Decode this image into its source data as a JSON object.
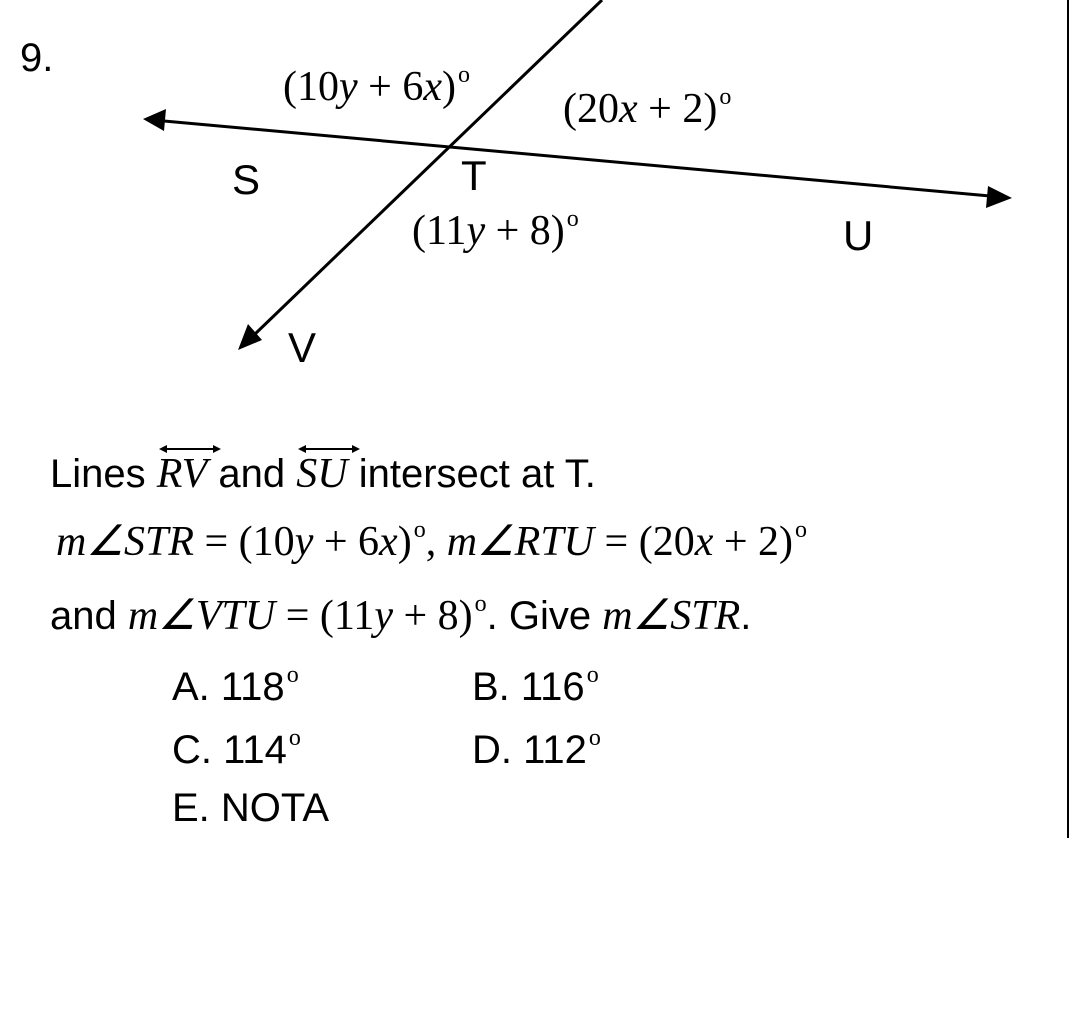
{
  "question": {
    "number": "9.",
    "diagram": {
      "point_labels": {
        "S": "S",
        "T": "T",
        "U": "U",
        "V": "V"
      },
      "angle_labels": {
        "str": {
          "open": "(10",
          "y": "y",
          "plus": " + 6",
          "x": "x",
          "close": ")",
          "deg": "o"
        },
        "rtu": {
          "open": "(20",
          "x": "x",
          "rest": " + 2)",
          "deg": "o"
        },
        "vtu": {
          "open": "(11",
          "y": "y",
          "rest": " + 8)",
          "deg": "o"
        }
      }
    },
    "stem": {
      "line1": {
        "lead": "Lines ",
        "line_rv": "RV",
        "mid": " and ",
        "line_su": "SU",
        "tail": " intersect at T."
      },
      "line2": {
        "m1": "m∠STR",
        "eq1": " = (10",
        "y1": "y",
        "plus1": " + 6",
        "x1": "x",
        "close1": ")",
        "deg": "o",
        "sep": ",   ",
        "m2": "m∠RTU",
        "eq2": " = (20",
        "x2": "x",
        "rest2": " + 2)"
      },
      "line3": {
        "lead": "and ",
        "m3": "m∠VTU",
        "eq3": " = (11",
        "y3": "y",
        "rest3": " + 8)",
        "mid": ".  Give ",
        "m4": "m∠STR",
        "end": "."
      }
    },
    "options": {
      "a": "A. 118",
      "b": "B. 116",
      "c": "C. 114",
      "d": "D. 112",
      "e": "E. NOTA",
      "deg": "o"
    }
  }
}
